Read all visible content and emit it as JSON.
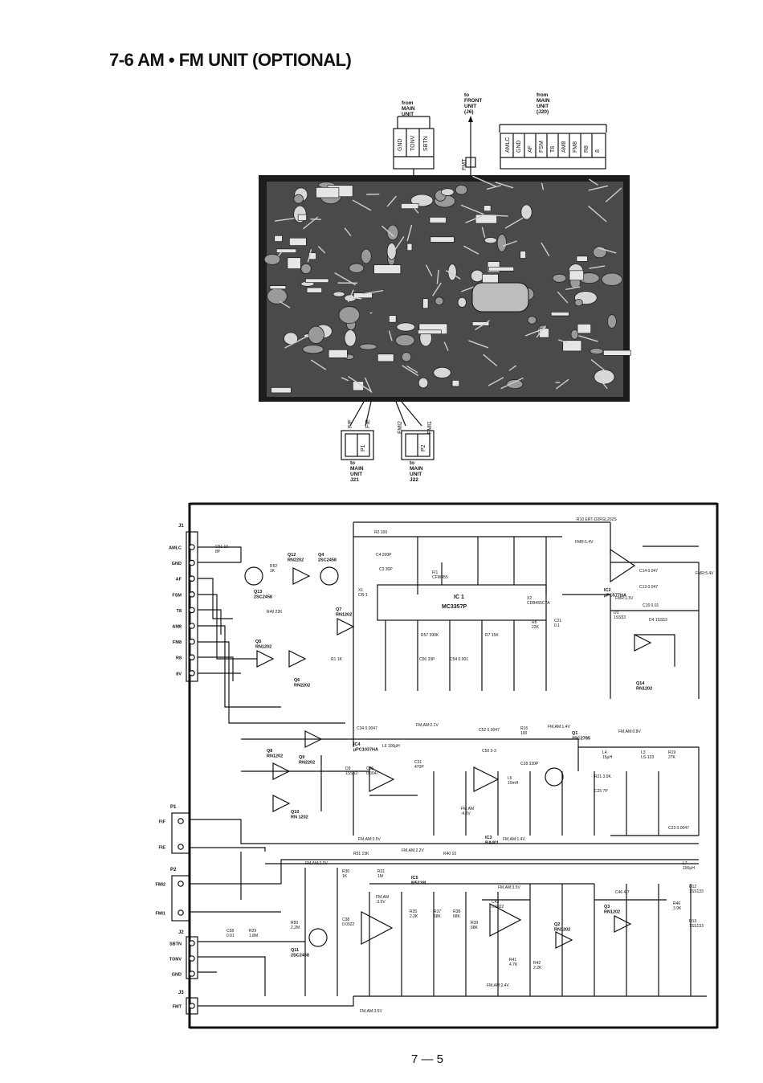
{
  "title": "7-6  AM • FM UNIT (OPTIONAL)",
  "page_number": "7 — 5",
  "pcb_connectors": {
    "top_left": {
      "from": "from\nMAIN\nUNIT",
      "pins": [
        "GND",
        "TONV",
        "SBTN"
      ]
    },
    "top_mid": {
      "to": "to\nFRONT\nUNIT\n(J6)",
      "pin": "FMT"
    },
    "top_right": {
      "from": "from\nMAIN\nUNIT\n(J20)",
      "pins": [
        "AMLC",
        "GND",
        "AF",
        "FSM",
        "T8",
        "AM8",
        "FM8",
        "R8",
        "8"
      ]
    },
    "bottom_p1": {
      "label": "P1",
      "pins": [
        "FIF",
        "FIE"
      ],
      "to": "to\nMAIN\nUNIT\nJ21"
    },
    "bottom_p2": {
      "label": "P2",
      "pins": [
        "FMI2",
        "FMI1"
      ],
      "to": "to\nMAIN\nUNIT\nJ22"
    }
  },
  "schematic": {
    "j1_label": "J1",
    "j1_pins": [
      "AMLC",
      "GND",
      "AF",
      "FSM",
      "T8",
      "AM8",
      "FM8",
      "R8",
      "8V"
    ],
    "p1_label": "P1",
    "p1_pins": [
      "FIF",
      "FIE"
    ],
    "p2_label": "P2",
    "p2_pins": [
      "FMI2",
      "FMI1"
    ],
    "j2_label": "J2",
    "j2_pins": [
      "SBTN",
      "TONV",
      "GND"
    ],
    "j3_label": "J3",
    "j3_pins": [
      "FMT"
    ],
    "ic1": {
      "name": "IC 1",
      "part": "MC3357P"
    },
    "ic2": {
      "name": "IC2",
      "part": "µPC577HA"
    },
    "ic3": {
      "name": "IC3",
      "part": "BA401"
    },
    "ic4": {
      "name": "IC4",
      "part": "µPC1037HA"
    },
    "ic5": {
      "name": "IC5",
      "part": "M5218L"
    },
    "transistors": [
      {
        "ref": "Q12",
        "part": "RN2202"
      },
      {
        "ref": "Q4",
        "part": "2SC2458"
      },
      {
        "ref": "Q13",
        "part": "2SC2458"
      },
      {
        "ref": "Q7",
        "part": "RN1202"
      },
      {
        "ref": "Q5",
        "part": "RN1202"
      },
      {
        "ref": "Q6",
        "part": "RN2202"
      },
      {
        "ref": "Q8",
        "part": "RN1202"
      },
      {
        "ref": "Q9",
        "part": "RN2202"
      },
      {
        "ref": "Q10",
        "part": "RN 1202"
      },
      {
        "ref": "Q1",
        "part": "2SC2785"
      },
      {
        "ref": "Q14",
        "part": "RN1202"
      },
      {
        "ref": "Q11",
        "part": "2SC2458"
      },
      {
        "ref": "Q2",
        "part": "RN1202"
      },
      {
        "ref": "Q3",
        "part": "RN1202"
      }
    ],
    "labels": {
      "r10": "R10 ERT-D2FGL202S",
      "r2": "R2  100",
      "c51": "C51 10\n8P",
      "r52": "R52\n1K",
      "r49": "R49 22K",
      "r1": "R1 1K",
      "c4": "C4 200P",
      "c3": "C3 30P",
      "x1": "X1\nCR-1",
      "fi1": "FI1\nCFW455",
      "x2": "X2\nCDB455C7A",
      "r8": "R8\n22K",
      "c21": "C21\n0.1",
      "r57": "R57 390K",
      "r7": "R7 15K",
      "c56": "C56 33P",
      "c54": "C54 0.001",
      "fmr": "FMR:1.4V",
      "fmr2": "FMR:1.5V",
      "fmr_out": "FMR:5.4V",
      "c16": "C16 0.01",
      "d3": "D3\n1SS53",
      "d4": "D4 1SS53",
      "c13": "C13 0.047",
      "c14": "C14 0.047",
      "c34": "C34 0.0047",
      "fm_am_21": "FM,AM:2.1V",
      "c52": "C52 0.0047",
      "r16": "R16\n100",
      "fm_am_14": "FM,AM:1.4V",
      "fm_am_08": "FM,AM:0.8V",
      "l6": "L6 100µH",
      "c31": "C31\n470P",
      "c50": "C50 3-3",
      "c28": "C28 330P",
      "l5": "L5\n10mH",
      "l4": "L4\n15µH",
      "l3": "L3\nLS-133",
      "r19": "R19\n27K",
      "r21": "R21 3.9K",
      "c25": "C25 7P",
      "d9": "D9\n1SS53",
      "c35": "C35\n0.0047",
      "fm_am_48": "FM,AM\n:4.8V",
      "fm_am_35": "FM,AM:3.5V",
      "fm_am_14b": "FM,AM:1.4V",
      "c23": "C23 0.0047",
      "l7": "L7\n100µH",
      "r51": "R51 15K",
      "fm_am_22": "FM,AM:2.2V",
      "r40": "R40 10",
      "fm_am_20": "FM,AM:2.0V",
      "r30": "R30\n1K",
      "r31": "R31\n1M",
      "fm_am_35b": "FM,AM:3.5V",
      "fm_am_135": "FM,AM\n:3.5V",
      "c43": "C43\n0.0022",
      "c46": "C46 4.7",
      "d12": "D12\n1SS133",
      "d13": "D13\n1SS133",
      "r46": "R46\n3.9K",
      "r50": "R50\n2.2M",
      "c38": "C38\n0.0022",
      "c58": "C58\n0.01",
      "r29": "R29\n1.8M",
      "r35": "R35\n2.2K",
      "r37": "R37\n68K",
      "r38": "R38\n68K",
      "r39": "R39\n68K",
      "r41": "R41\n4.7K",
      "r42": "R42\n2.2K",
      "fm_am_24": "FM,AM:2.4V",
      "fm_am_35c": "FM,AM:3.5V"
    }
  }
}
